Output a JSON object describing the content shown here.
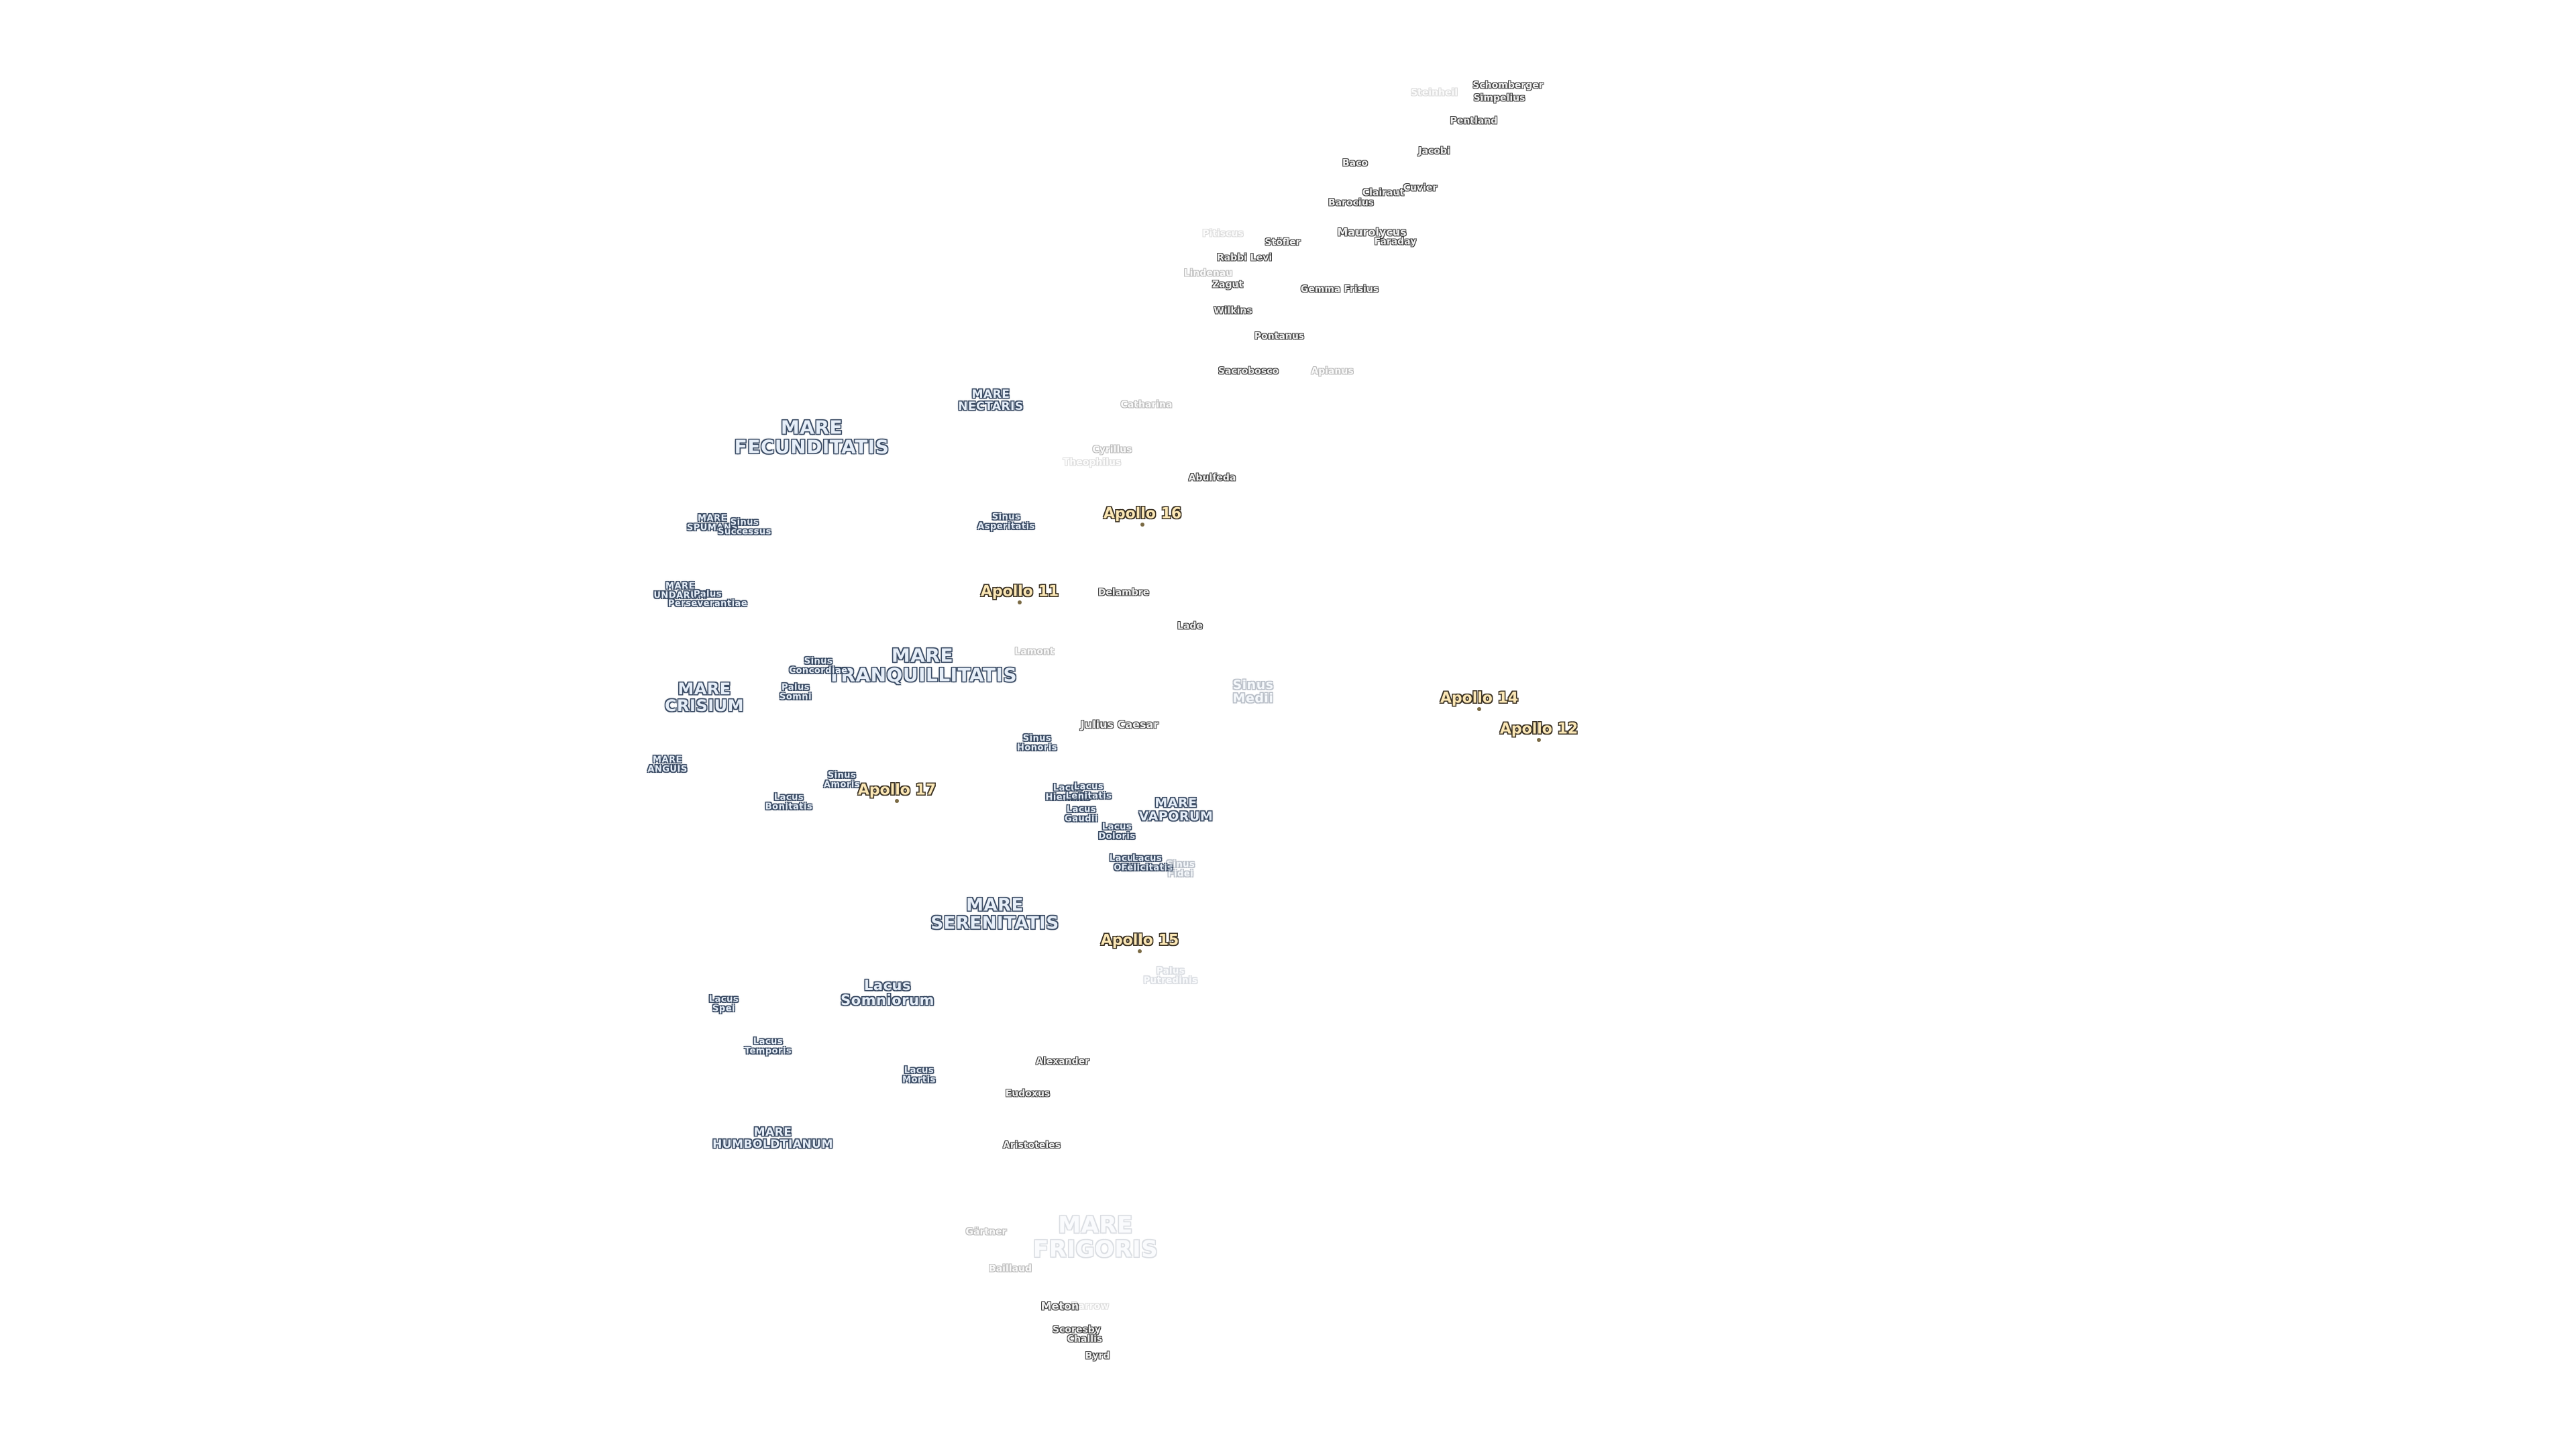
{
  "map": {
    "maria": [
      {
        "id": "mare-fecunditatis",
        "text": "MARE\nFECUNDITATIS"
      },
      {
        "id": "mare-nectaris",
        "text": "MARE\nNECTARIS"
      },
      {
        "id": "mare-tranquillitatis",
        "text": "MARE\nTRANQUILLITATIS"
      },
      {
        "id": "mare-crisium",
        "text": "MARE\nCRISIUM"
      },
      {
        "id": "mare-serenitatis",
        "text": "MARE\nSERENITATIS"
      },
      {
        "id": "lacus-somniorum",
        "text": "Lacus\nSomniorum"
      },
      {
        "id": "mare-vaporum",
        "text": "MARE\nVAPORUM"
      },
      {
        "id": "sinus-medii",
        "text": "Sinus\nMedii"
      },
      {
        "id": "mare-frigoris",
        "text": "MARE\nFRIGORIS"
      },
      {
        "id": "mare-humboldtianum",
        "text": "MARE\nHUMBOLDTIANUM"
      },
      {
        "id": "mare-spumans",
        "text": "MARE\nSPUMANS"
      },
      {
        "id": "sinus-successus",
        "text": "Sinus\nSuccessus"
      },
      {
        "id": "mare-undarum",
        "text": "MARE\nUNDARUM"
      },
      {
        "id": "palus-perseverantiae",
        "text": "Palus\nPerseverantiae"
      },
      {
        "id": "sinus-asperitatis",
        "text": "Sinus\nAsperitatis"
      },
      {
        "id": "sinus-concordiae",
        "text": "Sinus\nConcordiae"
      },
      {
        "id": "palus-somni",
        "text": "Palus\nSomni"
      },
      {
        "id": "mare-anguis",
        "text": "MARE\nANGUIS"
      },
      {
        "id": "sinus-amoris",
        "text": "Sinus\nAmoris"
      },
      {
        "id": "lacus-bonitatis",
        "text": "Lacus\nBonitatis"
      },
      {
        "id": "sinus-honoris",
        "text": "Sinus\nHonoris"
      },
      {
        "id": "lacus-hiemalis",
        "text": "Lacus\nHiemalis"
      },
      {
        "id": "lacus-lenitatis",
        "text": "Lacus\nLenitatis"
      },
      {
        "id": "lacus-gaudii",
        "text": "Lacus\nGaudii"
      },
      {
        "id": "lacus-doloris",
        "text": "Lacus\nDoloris"
      },
      {
        "id": "lacus-odii",
        "text": "Lacus\nOdii"
      },
      {
        "id": "lacus-felicitatis",
        "text": "Lacus\nFelicitatis"
      },
      {
        "id": "sinus-fidei",
        "text": "Sinus\nFidei"
      },
      {
        "id": "palus-putredinis",
        "text": "Palus\nPutredinis"
      },
      {
        "id": "lacus-spei",
        "text": "Lacus\nSpei"
      },
      {
        "id": "lacus-temporis",
        "text": "Lacus\nTemporis"
      },
      {
        "id": "lacus-mortis",
        "text": "Lacus\nMortis"
      }
    ],
    "craters": [
      {
        "id": "steinheil",
        "text": "Steinheil"
      },
      {
        "id": "schomberger",
        "text": "Schomberger"
      },
      {
        "id": "simpelius",
        "text": "Simpelius"
      },
      {
        "id": "pentland",
        "text": "Pentland"
      },
      {
        "id": "jacobi",
        "text": "Jacobi"
      },
      {
        "id": "baco",
        "text": "Baco"
      },
      {
        "id": "cuvier",
        "text": "Cuvier"
      },
      {
        "id": "clairaut",
        "text": "Clairaut"
      },
      {
        "id": "barocius",
        "text": "Barocius"
      },
      {
        "id": "maurolycus",
        "text": "Maurolycus"
      },
      {
        "id": "faraday",
        "text": "Faraday"
      },
      {
        "id": "pitiscus",
        "text": "Pitiscus"
      },
      {
        "id": "stoefler",
        "text": "Stöfler"
      },
      {
        "id": "rabbi-levi",
        "text": "Rabbi Levi"
      },
      {
        "id": "lindenau",
        "text": "Lindenau"
      },
      {
        "id": "zagut",
        "text": "Zagut"
      },
      {
        "id": "gemma-frisius",
        "text": "Gemma Frisius"
      },
      {
        "id": "wilkins",
        "text": "Wilkins"
      },
      {
        "id": "pontanus",
        "text": "Pontanus"
      },
      {
        "id": "sacrobosco",
        "text": "Sacrobosco"
      },
      {
        "id": "apianus",
        "text": "Apianus"
      },
      {
        "id": "catharina",
        "text": "Catharina"
      },
      {
        "id": "cyrillus",
        "text": "Cyrillus"
      },
      {
        "id": "theophilus",
        "text": "Theophilus"
      },
      {
        "id": "abulfeda",
        "text": "Abulfeda"
      },
      {
        "id": "delambre",
        "text": "Delambre"
      },
      {
        "id": "lade",
        "text": "Lade"
      },
      {
        "id": "lamont",
        "text": "Lamont"
      },
      {
        "id": "julius-caesar",
        "text": "Julius Caesar"
      },
      {
        "id": "alexander",
        "text": "Alexander"
      },
      {
        "id": "eudoxus",
        "text": "Eudoxus"
      },
      {
        "id": "aristoteles",
        "text": "Aristoteles"
      },
      {
        "id": "gartner",
        "text": "Gärtner"
      },
      {
        "id": "baillaud",
        "text": "Baillaud"
      },
      {
        "id": "meton",
        "text": "Meton"
      },
      {
        "id": "barrow",
        "text": "Barrow"
      },
      {
        "id": "scoresby",
        "text": "Scoresby"
      },
      {
        "id": "challis",
        "text": "Challis"
      },
      {
        "id": "byrd",
        "text": "Byrd"
      }
    ],
    "apollo": [
      {
        "id": "apollo-16",
        "text": "Apollo 16"
      },
      {
        "id": "apollo-11",
        "text": "Apollo 11"
      },
      {
        "id": "apollo-14",
        "text": "Apollo 14"
      },
      {
        "id": "apollo-12",
        "text": "Apollo 12"
      },
      {
        "id": "apollo-17",
        "text": "Apollo 17"
      },
      {
        "id": "apollo-15",
        "text": "Apollo 15"
      }
    ]
  }
}
